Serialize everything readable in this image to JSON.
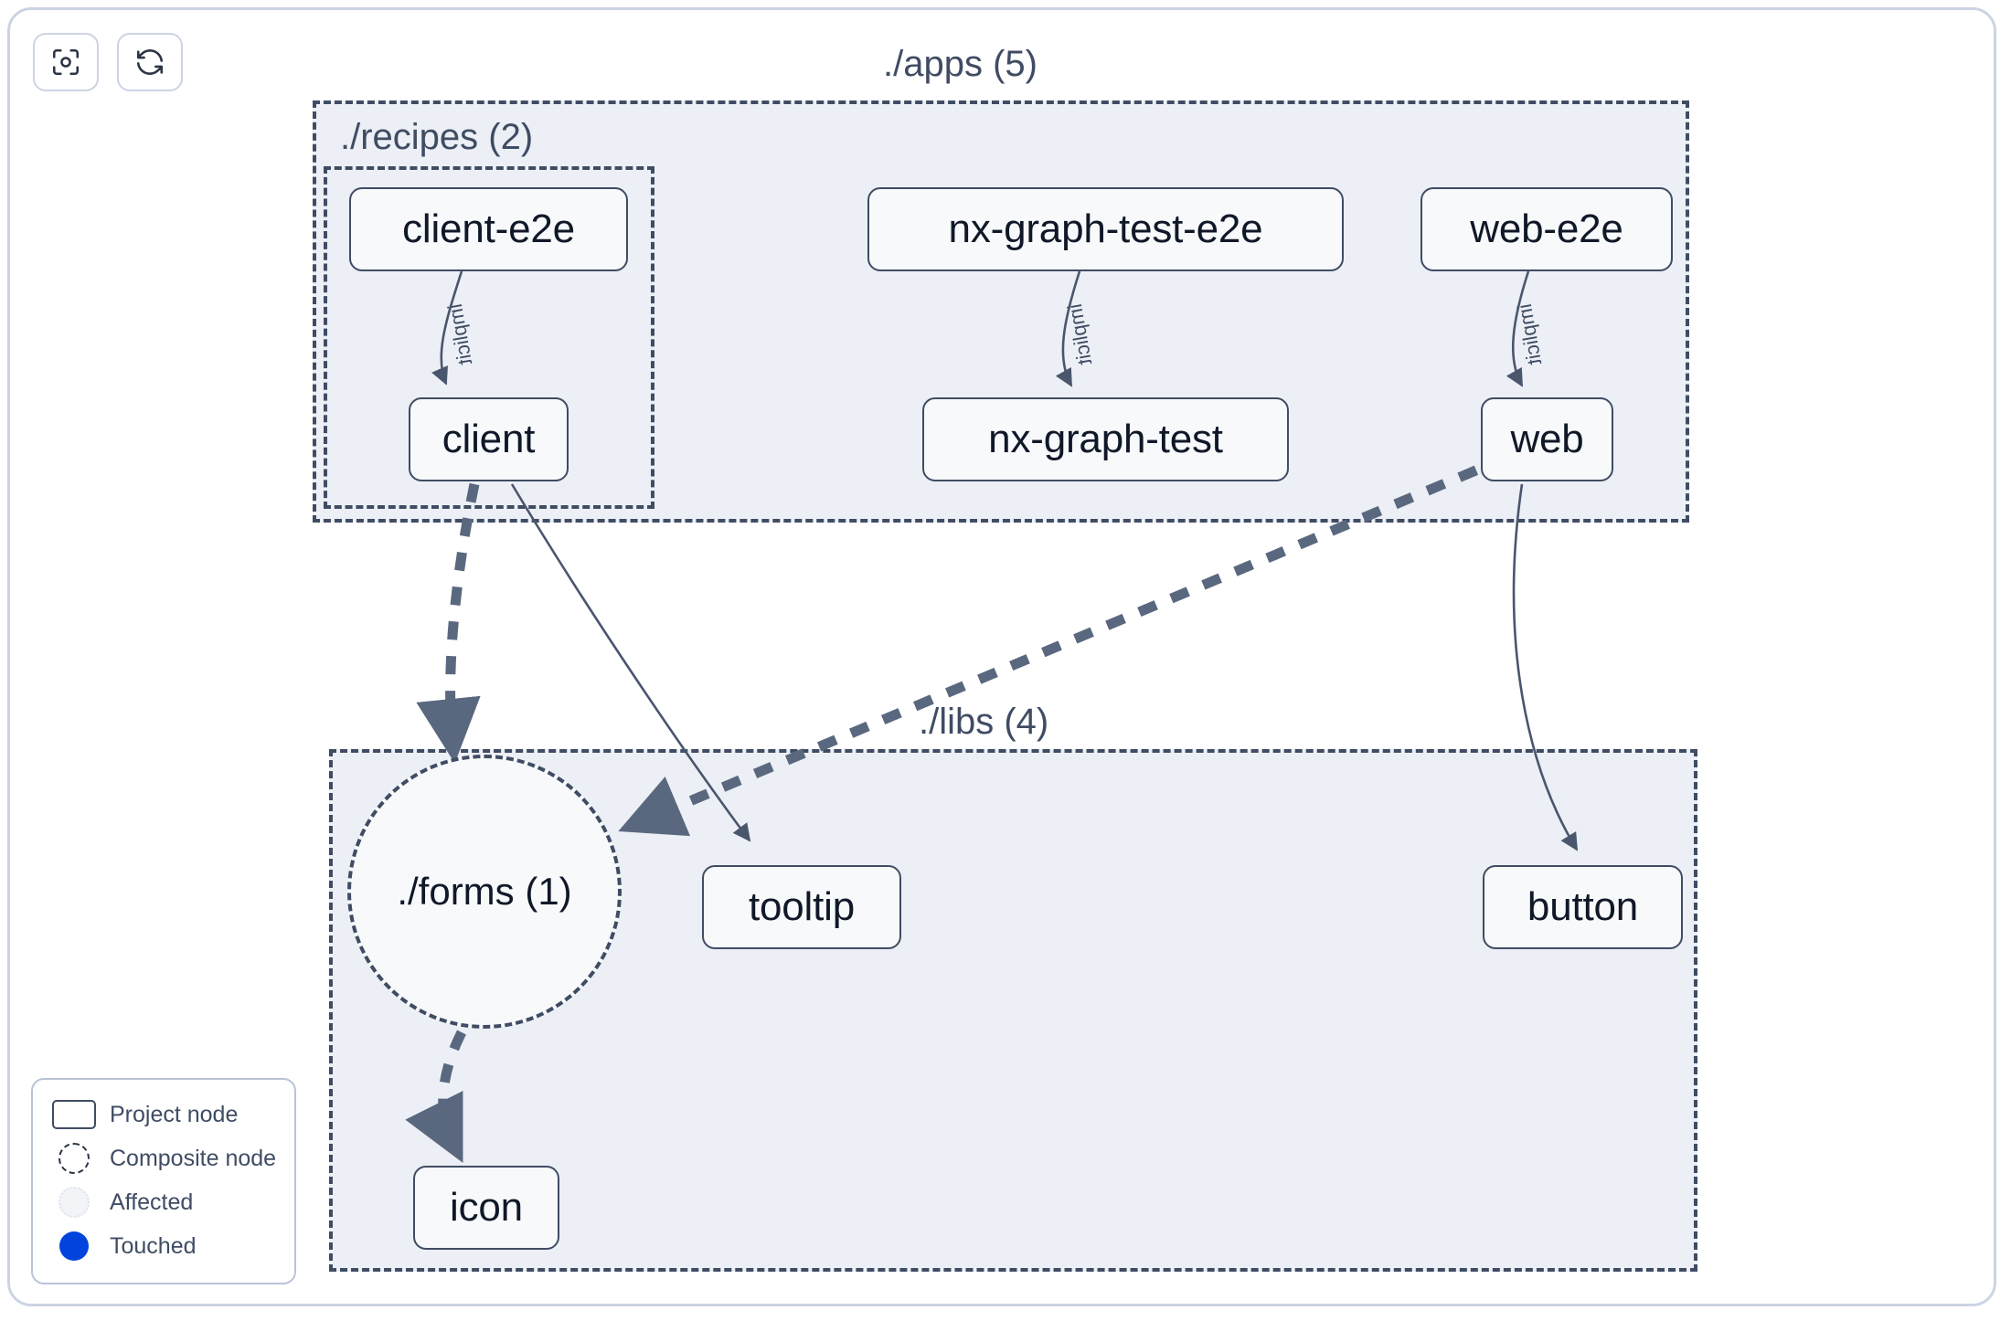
{
  "toolbar": {
    "buttons": [
      {
        "name": "focus-graph-button",
        "icon": "viewfinder-icon",
        "label": ""
      },
      {
        "name": "refresh-graph-button",
        "icon": "refresh-icon",
        "label": ""
      }
    ]
  },
  "graph": {
    "groups": [
      {
        "id": "apps",
        "label": "./apps (5)",
        "count": 5
      },
      {
        "id": "recipes",
        "label": "./recipes (2)",
        "count": 2
      },
      {
        "id": "libs",
        "label": "./libs (4)",
        "count": 4
      }
    ],
    "nodes": [
      {
        "id": "client-e2e",
        "label": "client-e2e",
        "type": "project",
        "group": "recipes"
      },
      {
        "id": "client",
        "label": "client",
        "type": "project",
        "group": "recipes"
      },
      {
        "id": "nx-graph-test-e2e",
        "label": "nx-graph-test-e2e",
        "type": "project",
        "group": "apps"
      },
      {
        "id": "nx-graph-test",
        "label": "nx-graph-test",
        "type": "project",
        "group": "apps"
      },
      {
        "id": "web-e2e",
        "label": "web-e2e",
        "type": "project",
        "group": "apps"
      },
      {
        "id": "web",
        "label": "web",
        "type": "project",
        "group": "apps"
      },
      {
        "id": "forms",
        "label": "./forms (1)",
        "type": "composite",
        "group": "libs"
      },
      {
        "id": "tooltip",
        "label": "tooltip",
        "type": "project",
        "group": "libs"
      },
      {
        "id": "button",
        "label": "button",
        "type": "project",
        "group": "libs"
      },
      {
        "id": "icon",
        "label": "icon",
        "type": "project",
        "group": "libs"
      }
    ],
    "edges": [
      {
        "from": "client-e2e",
        "to": "client",
        "label": "implicit",
        "style": "solid"
      },
      {
        "from": "nx-graph-test-e2e",
        "to": "nx-graph-test",
        "label": "implicit",
        "style": "solid"
      },
      {
        "from": "web-e2e",
        "to": "web",
        "label": "implicit",
        "style": "solid"
      },
      {
        "from": "client",
        "to": "forms",
        "label": "",
        "style": "dashed"
      },
      {
        "from": "client",
        "to": "tooltip",
        "label": "",
        "style": "solid"
      },
      {
        "from": "web",
        "to": "forms",
        "label": "",
        "style": "dashed"
      },
      {
        "from": "web",
        "to": "button",
        "label": "",
        "style": "solid"
      },
      {
        "from": "forms",
        "to": "icon",
        "label": "",
        "style": "dashed"
      }
    ]
  },
  "legend": {
    "items": [
      {
        "swatch": "project-node-swatch",
        "label": "Project node"
      },
      {
        "swatch": "composite-node-swatch",
        "label": "Composite node"
      },
      {
        "swatch": "affected-swatch",
        "label": "Affected"
      },
      {
        "swatch": "touched-swatch",
        "label": "Touched"
      }
    ]
  },
  "colors": {
    "group_fill": "#eceff5",
    "group_border": "#3f4c63",
    "node_fill": "#f7f9fb",
    "node_border": "#3f4c63",
    "node_text": "#101828",
    "edge": "#4a5costs",
    "touched": "#0044dd",
    "canvas_border": "#ccd4e3"
  }
}
